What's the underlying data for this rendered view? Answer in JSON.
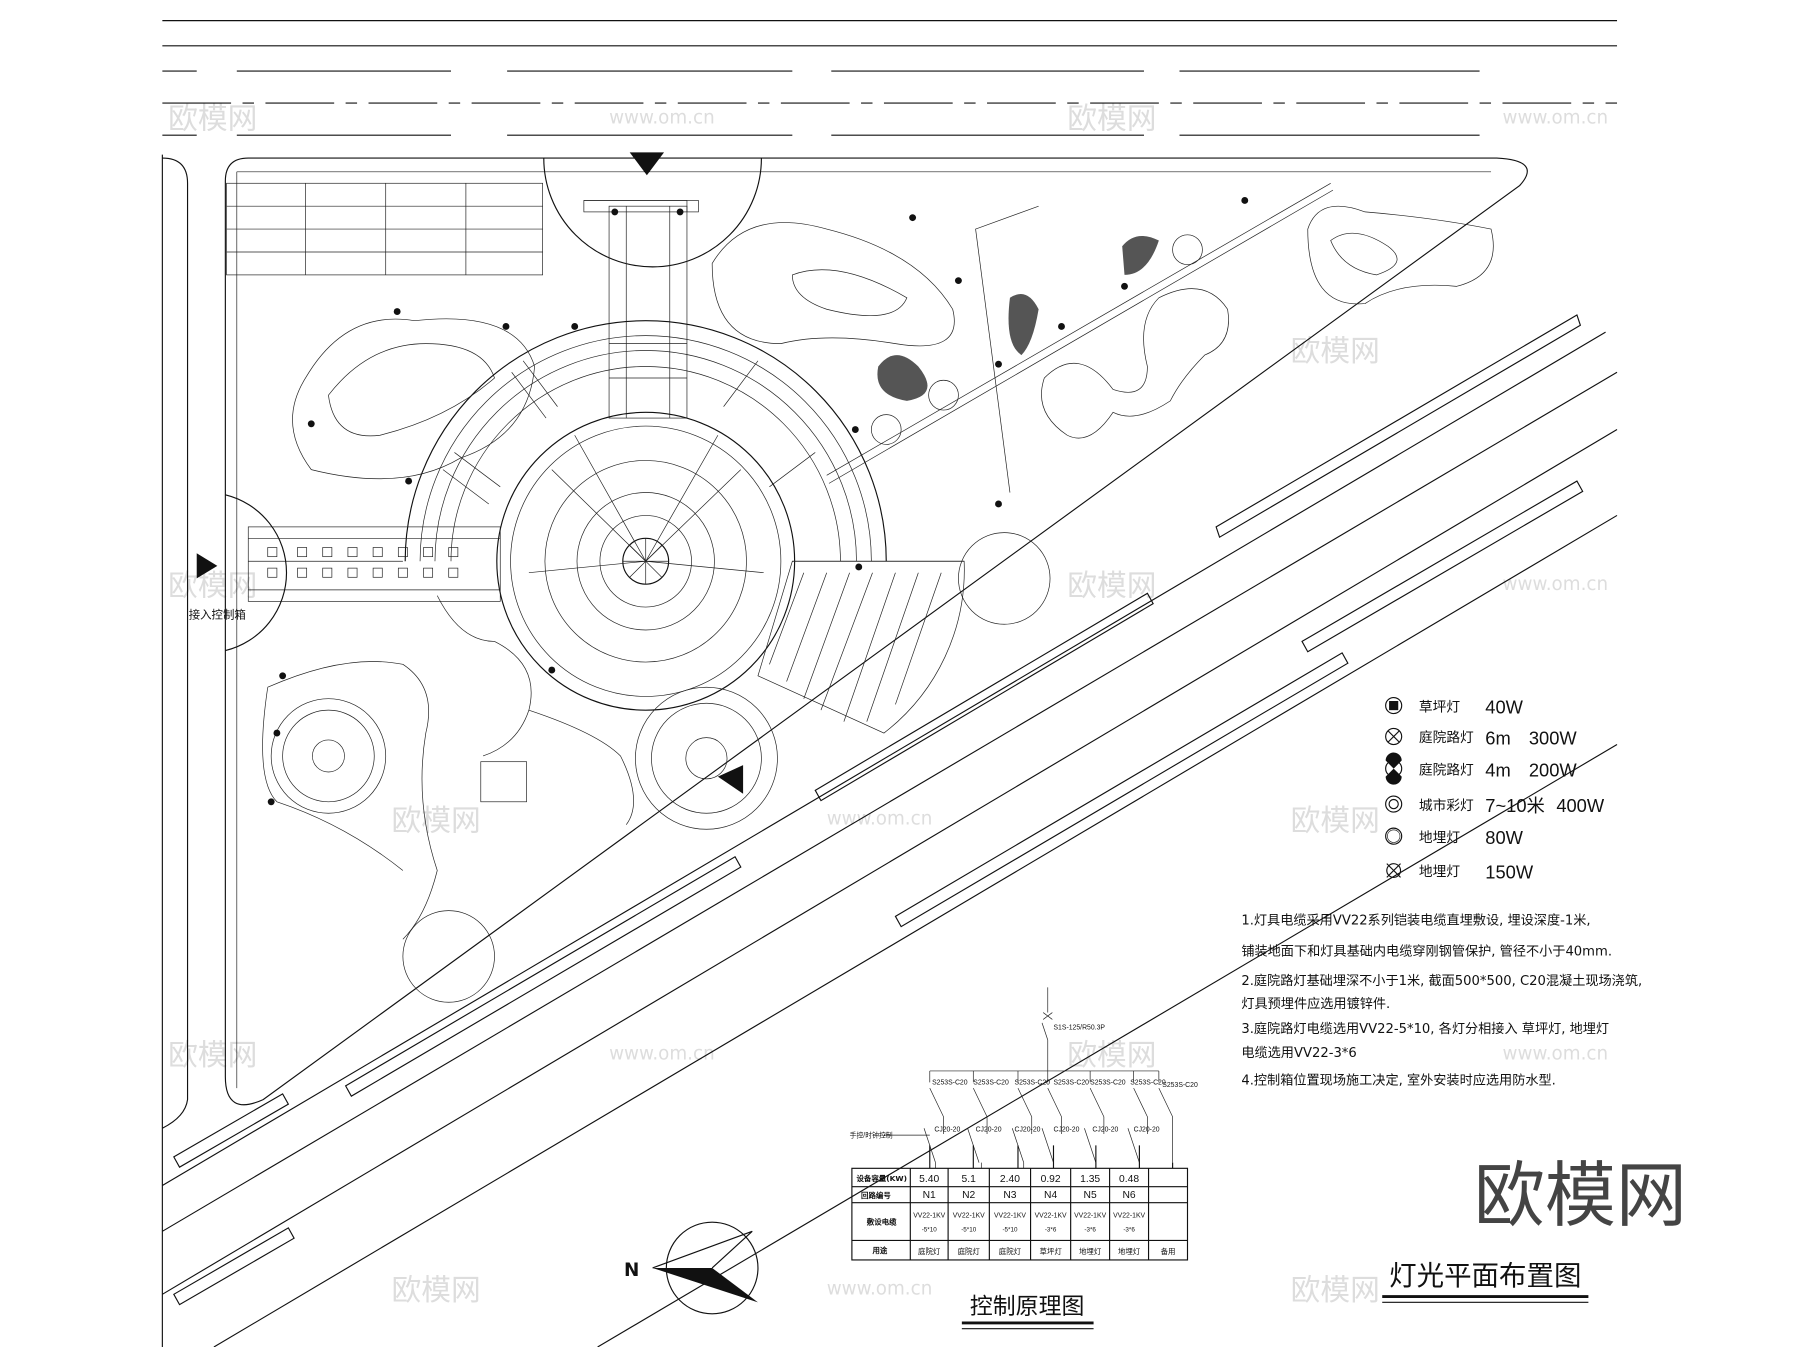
{
  "title": "灯光平面布置图",
  "control_title": "控制原理图",
  "entry_label": "接入控制箱",
  "compass_letter": "N",
  "legend": [
    {
      "icon": "lawn-lamp-icon",
      "name": "草坪灯",
      "spec": "",
      "power": "40W"
    },
    {
      "icon": "courtyard-lamp-6m-icon",
      "name": "庭院路灯",
      "spec": "6m",
      "power": "300W"
    },
    {
      "icon": "courtyard-lamp-4m-icon",
      "name": "庭院路灯",
      "spec": "4m",
      "power": "200W"
    },
    {
      "icon": "city-color-lamp-icon",
      "name": "城市彩灯",
      "spec": "7~10米",
      "power": "400W"
    },
    {
      "icon": "buried-lamp-80-icon",
      "name": "地埋灯",
      "spec": "",
      "power": "80W"
    },
    {
      "icon": "buried-lamp-150-icon",
      "name": "地埋灯",
      "spec": "",
      "power": "150W"
    }
  ],
  "notes": [
    "1.灯具电缆采用VV22系列铠装电缆直埋敷设, 埋设深度-1米,",
    "铺装地面下和灯具基础内电缆穿刚钢管保护, 管径不小于40mm.",
    "2.庭院路灯基础埋深不小于1米, 截面500*500, C20混凝土现场浇筑,",
    "灯具预埋件应选用镀锌件.",
    "3.庭院路灯电缆选用VV22-5*10, 各灯分相接入 草坪灯, 地埋灯",
    "电缆选用VV22-3*6",
    "4.控制箱位置现场施工决定, 室外安装时应选用防水型."
  ],
  "circuit": {
    "main_breaker": "S1S-125/R50.3P",
    "branch_breakers": [
      "S253S-C20",
      "S253S-C20",
      "S253S-C20",
      "S253S-C20",
      "S253S-C20",
      "S253S-C20",
      "S253S-C20"
    ],
    "contactors": [
      "CJ20-20",
      "CJ20-20",
      "CJ20-20",
      "CJ20-20",
      "CJ20-20",
      "CJ20-20"
    ],
    "control_label": "手控/时钟控制"
  },
  "table": {
    "row_headers": [
      "设备容量(KW)",
      "回路编号",
      "敷设电缆",
      "用途"
    ],
    "capacity": [
      "5.40",
      "5.1",
      "2.40",
      "0.92",
      "1.35",
      "0.48",
      ""
    ],
    "circuit_no": [
      "N1",
      "N2",
      "N3",
      "N4",
      "N5",
      "N6",
      ""
    ],
    "cable_1": [
      "VV22-1KV",
      "VV22-1KV",
      "VV22-1KV",
      "VV22-1KV",
      "VV22-1KV",
      "VV22-1KV",
      ""
    ],
    "cable_2": [
      "-5*10",
      "-5*10",
      "-5*10",
      "-3*6",
      "-3*6",
      "-3*6",
      ""
    ],
    "usage": [
      "庭院灯",
      "庭院灯",
      "庭院灯",
      "草坪灯",
      "地埋灯",
      "地埋灯",
      "备用"
    ]
  },
  "watermark": {
    "brand": "欧模网",
    "url": "www.om.cn"
  }
}
